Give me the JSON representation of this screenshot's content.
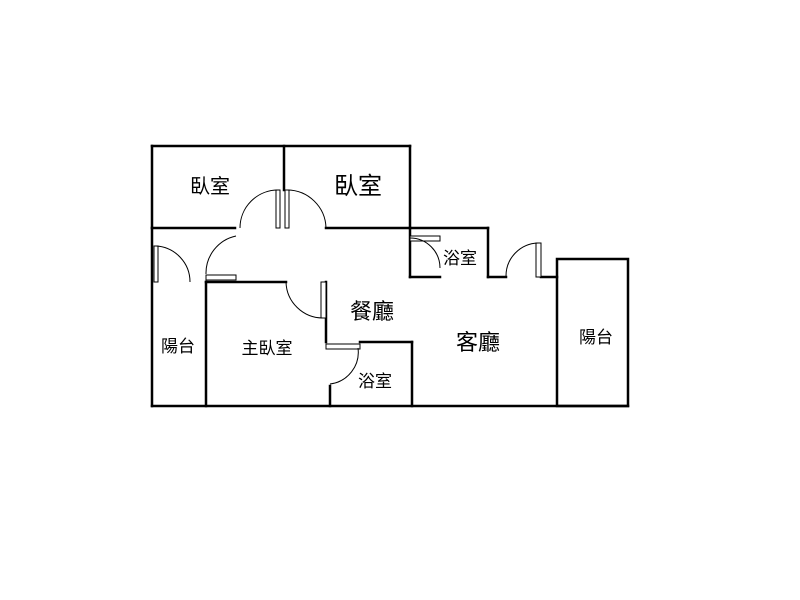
{
  "floorplan": {
    "rooms": {
      "bedroom_1": "臥室",
      "bedroom_2": "臥室",
      "bathroom_upper": "浴室",
      "dining_room": "餐廳",
      "balcony_left": "陽台",
      "master_bedroom": "主臥室",
      "bathroom_lower": "浴室",
      "living_room": "客廳",
      "balcony_right": "陽台"
    },
    "colors": {
      "wall": "#000000",
      "background": "#ffffff"
    }
  }
}
